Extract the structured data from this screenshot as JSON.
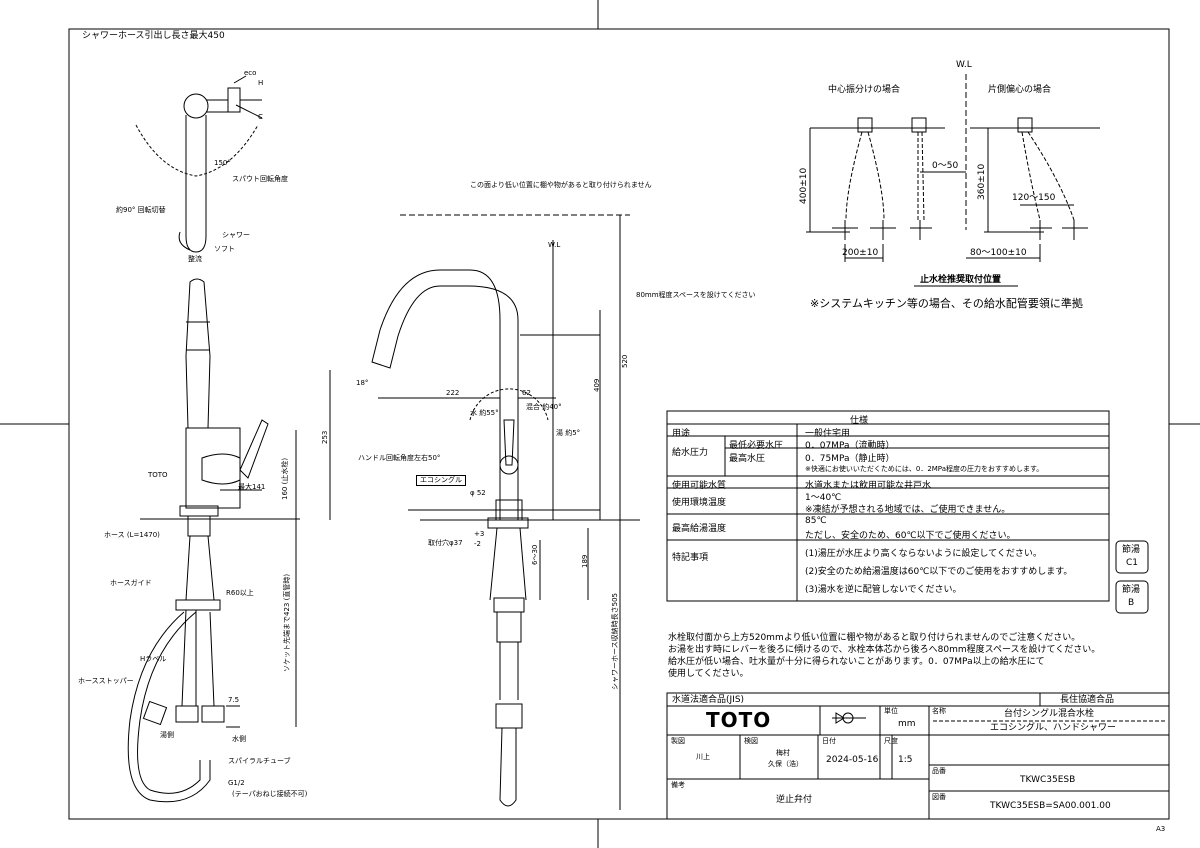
{
  "header": {
    "hose_note": "シャワーホース引出し長さ最大450"
  },
  "side_view": {
    "eco": "eco",
    "h": "H",
    "c": "C",
    "angle_150": "150°",
    "spout_rotation": "スパウト回転角度",
    "rotation_90": "約90° 回転切替",
    "shower": "シャワー",
    "soft": "ソフト",
    "stream": "整流",
    "toto": "TOTO",
    "max141": "最大141",
    "hose_len": "ホース (L=1470)",
    "hose_guide": "ホースガイド",
    "r60": "R60以上",
    "h_label": "Hラベル",
    "hose_stopper": "ホースストッパー",
    "hot_side": "湯側",
    "cold_side": "水側",
    "spiral_tube": "スパイラルチューブ",
    "g12": "G1/2",
    "taper_note": "(テーパおねじ接続不可)",
    "dim_160": "160 (止水栓)",
    "dim_socket": "ソケット先端まで423 (直管時)",
    "dim_75": "7.5"
  },
  "front_view": {
    "below_note": "この面より低い位置に棚や物があると取り付けられません",
    "wl": "W.L",
    "space_note": "80mm程度スペースを設けてください",
    "dim_520": "520",
    "dim_409": "409",
    "dim_222": "222",
    "dim_62": "62",
    "dim_253": "253",
    "angle_18": "18°",
    "water_angle": "水 約55°",
    "mix_angle": "混合 約40°",
    "hot_angle": "湯 約5°",
    "handle_rotation": "ハンドル回転角度左右50°",
    "ecosingle": "エコシングル",
    "dia52": "φ 52",
    "mount_hole": "取付穴φ37",
    "tol_plus": "+3",
    "tol_minus": "-2",
    "dim_6_30": "6～30",
    "dim_189": "189",
    "dim_505": "シャワーホース収納時長さ505"
  },
  "valve_diagram": {
    "wl": "W.L",
    "center_title": "中心振分けの場合",
    "offset_title": "片側偏心の場合",
    "dim_400": "400±10",
    "dim_0_50": "0～50",
    "dim_360": "360±10",
    "dim_120_150": "120～150",
    "dim_200": "200±10",
    "dim_80_100": "80～100±10",
    "position_title": "止水栓推奨取付位置",
    "system_note": "※システムキッチン等の場合、その給水配管要領に準拠"
  },
  "spec": {
    "title": "仕様",
    "rows": [
      {
        "label": "用途",
        "sub": "",
        "value": "一般住宅用"
      },
      {
        "label": "給水圧力",
        "sub": "最低必要水圧",
        "value": "0．07MPa（流動時）"
      },
      {
        "label": "",
        "sub": "最高水圧",
        "value": "0．75MPa（静止時）"
      },
      {
        "label": "",
        "sub": "",
        "value": "※快適にお使いいただくためには、0．2MPa程度の圧力をおすすめします。"
      },
      {
        "label": "使用可能水質",
        "sub": "",
        "value": "水道水または飲用可能な井戸水"
      },
      {
        "label": "使用環境温度",
        "sub": "",
        "value": "1～40℃"
      },
      {
        "label": "",
        "sub": "",
        "value": "※凍結が予想される地域では、ご使用できません。"
      },
      {
        "label": "最高給湯温度",
        "sub": "",
        "value": "85℃"
      },
      {
        "label": "",
        "sub": "",
        "value": "ただし、安全のため、60℃以下でご使用ください。"
      },
      {
        "label": "特記事項",
        "sub": "",
        "value": "(1)湯圧が水圧より高くならないように設定してください。"
      },
      {
        "label": "",
        "sub": "",
        "value": "(2)安全のため給湯温度は60℃以下でのご使用をおすすめします。"
      },
      {
        "label": "",
        "sub": "",
        "value": "(3)湯水を逆に配管しないでください。"
      }
    ],
    "badge1_a": "節湯",
    "badge1_b": "C1",
    "badge2_a": "節湯",
    "badge2_b": "B"
  },
  "notes": [
    "水栓取付面から上方520mmより低い位置に棚や物があると取り付けられませんのでご注意ください。",
    "お湯を出す時にレバーを後ろに傾けるので、水栓本体芯から後ろへ80mm程度スペースを設けてください。",
    "給水圧が低い場合、吐水量が十分に得られないことがあります。0．07MPa以上の給水圧にて",
    "使用してください。"
  ],
  "title_block": {
    "jis": "水道法適合品(JIS)",
    "cert": "長住協適合品",
    "logo": "TOTO",
    "unit_label": "単位",
    "unit": "mm",
    "name_label": "名称",
    "name1": "台付シングル混合水栓",
    "name2": "エコシングル、ハンドシャワー",
    "drawn_label": "製図",
    "drawn_by": "川上",
    "checked_label": "検図",
    "checked_by1": "梅村",
    "checked_by2": "久保（浩）",
    "date_label": "日付",
    "date": "2024-05-16",
    "scale_label": "尺度",
    "scale": "1:5",
    "product_label": "品番",
    "product": "TKWC35ESB",
    "remarks_label": "備考",
    "remarks": "逆止弁付",
    "drawing_label": "図番",
    "drawing_no": "TKWC35ESB=SA00.001.00",
    "sheet": "A3"
  }
}
